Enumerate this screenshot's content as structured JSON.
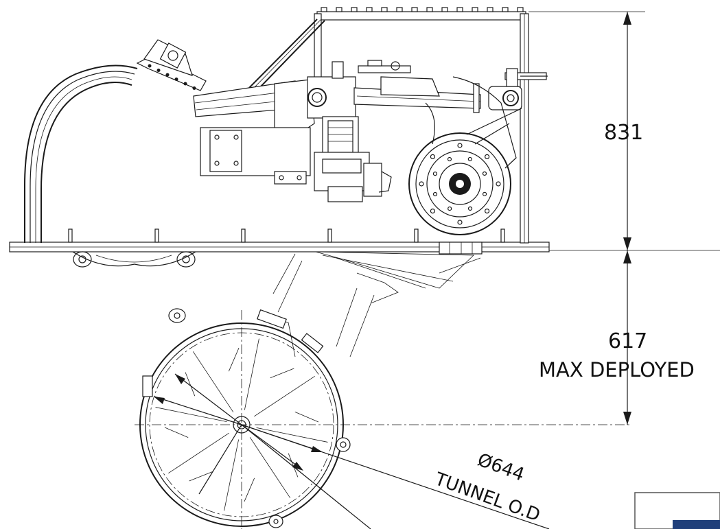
{
  "dimensions": {
    "height": "831",
    "deploy_value": "617",
    "deploy_label": "MAX DEPLOYED",
    "diameter": "Ø644",
    "diameter_label": "TUNNEL O.D"
  },
  "colors": {
    "line": "#1a1a1a",
    "background": "#ffffff",
    "title_block_accent": "#1f3f7a"
  }
}
